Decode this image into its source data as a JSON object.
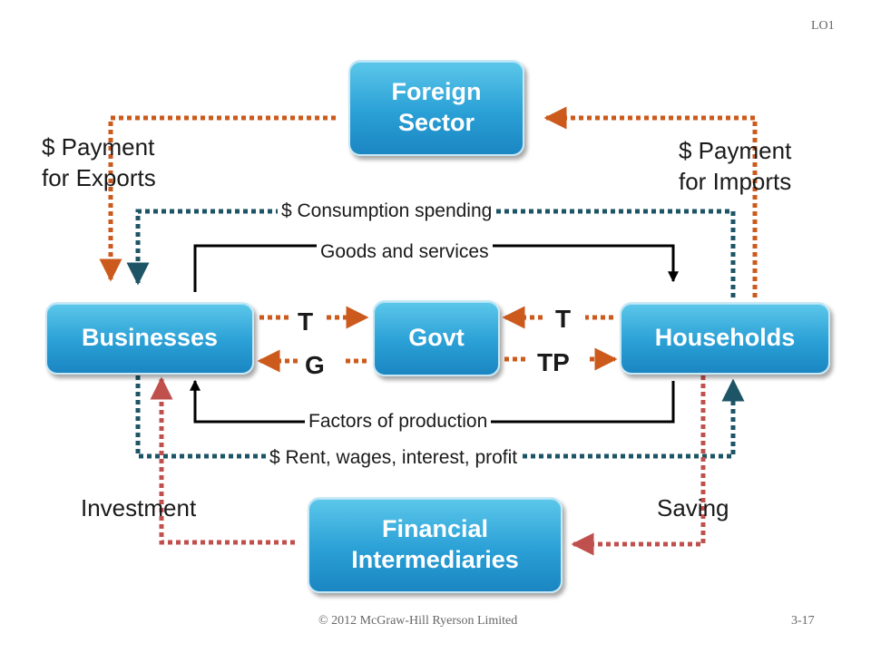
{
  "slide": {
    "objective": "LO1",
    "copyright": "© 2012 McGraw-Hill Ryerson Limited",
    "page_number": "3-17"
  },
  "boxes": {
    "foreign_sector": [
      "Foreign",
      "Sector"
    ],
    "businesses": "Businesses",
    "govt": "Govt",
    "households": "Households",
    "financial_intermediaries": [
      "Financial",
      "Intermediaries"
    ]
  },
  "labels": {
    "payment_for_exports": [
      "$ Payment",
      "for Exports"
    ],
    "payment_for_imports": [
      "$ Payment",
      "for Imports"
    ],
    "consumption_spending": "$ Consumption spending",
    "goods_and_services": "Goods and services",
    "factors_of_production": "Factors of production",
    "rent_wages": "$ Rent, wages, interest, profit",
    "investment": "Investment",
    "saving": "Saving"
  },
  "flow_tags": {
    "business_tax": "T",
    "government_spending": "G",
    "household_tax": "T",
    "transfer_payments": "TP"
  },
  "colors": {
    "box_fill": "#2aa0d6",
    "orange_flow": "#cc5a1c",
    "teal_flow": "#1d5566",
    "red_flow": "#c0504d",
    "real_flow": "#000000"
  }
}
